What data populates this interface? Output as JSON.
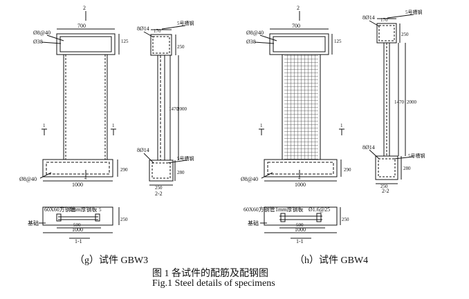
{
  "labels": {
    "dim_700": "700",
    "dim_1000": "1000",
    "dim_170": "170",
    "dim_250": "250",
    "dim_290": "290",
    "dim_280": "280",
    "dim_125": "125",
    "dim_1470": "1470",
    "dim_2000": "2000",
    "dim_500": "500",
    "dim_5": "5",
    "dim_500_4": "500",
    "rebar_8_40": "Ø8@40",
    "rebar_38": "Ø38",
    "rebar_8_14": "8Ø14",
    "rebar_1_6_25": "Ø1.6@25",
    "channel_5": "5号槽钢",
    "tube": "60X60方钢管",
    "plate": "1mm厚钢板",
    "base": "基础",
    "sec_2": "2",
    "sec_22": "2-2",
    "sec_11": "1-1",
    "sec_1": "1",
    "four": "4"
  },
  "captions": {
    "g": "（g）试件 GBW3",
    "h": "（h）试件 GBW4",
    "cn": "图 1  各试件的配筋及配钢图",
    "en": "Fig.1 Steel details of specimens"
  }
}
